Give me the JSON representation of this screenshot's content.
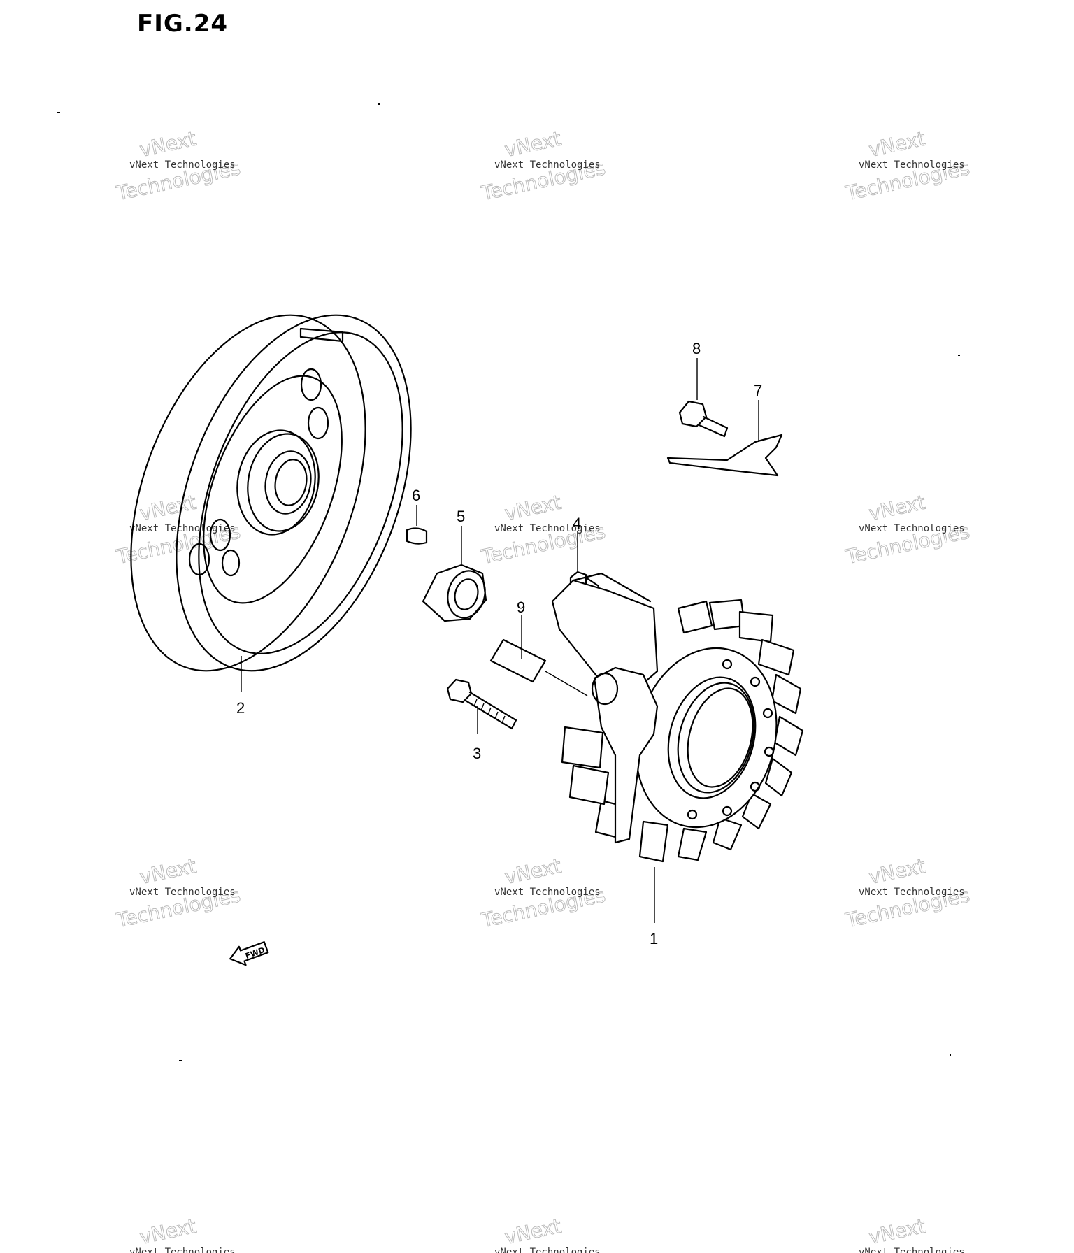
{
  "figure": {
    "title": "FIG.24"
  },
  "callouts": [
    {
      "id": "1",
      "label": "1"
    },
    {
      "id": "2",
      "label": "2"
    },
    {
      "id": "3",
      "label": "3"
    },
    {
      "id": "4",
      "label": "4"
    },
    {
      "id": "5",
      "label": "5"
    },
    {
      "id": "6",
      "label": "6"
    },
    {
      "id": "7",
      "label": "7"
    },
    {
      "id": "8",
      "label": "8"
    },
    {
      "id": "9",
      "label": "9"
    }
  ],
  "fwd_arrow": {
    "label": "FWD"
  },
  "watermark": {
    "line1": "vNext Technologies",
    "line2": "vNext",
    "line3": "Technologies"
  }
}
